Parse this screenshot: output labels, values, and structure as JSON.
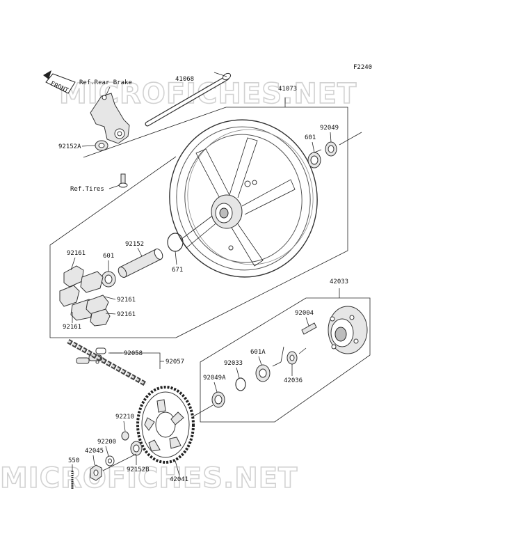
{
  "figure_code": "F2240",
  "front_label": "FRONT",
  "watermark": "MICROFICHES.NET",
  "refs": {
    "rear_brake": "Ref.Rear Brake",
    "tires": "Ref.Tires"
  },
  "parts": {
    "p41068": "41068",
    "p41073": "41073",
    "p92049": "92049",
    "p601_top": "601",
    "p92152A": "92152A",
    "p92161_a": "92161",
    "p601_left": "601",
    "p92152": "92152",
    "p671": "671",
    "p92161_b": "92161",
    "p92161_c": "92161",
    "p92161_d": "92161",
    "p42033": "42033",
    "p92004": "92004",
    "p92058": "92058",
    "p92057": "92057",
    "p601A": "601A",
    "p92033": "92033",
    "p92049A": "92049A",
    "p42036": "42036",
    "p92210": "92210",
    "p92200": "92200",
    "p42045": "42045",
    "p550": "550",
    "p92152B": "92152B",
    "p42041": "42041"
  }
}
